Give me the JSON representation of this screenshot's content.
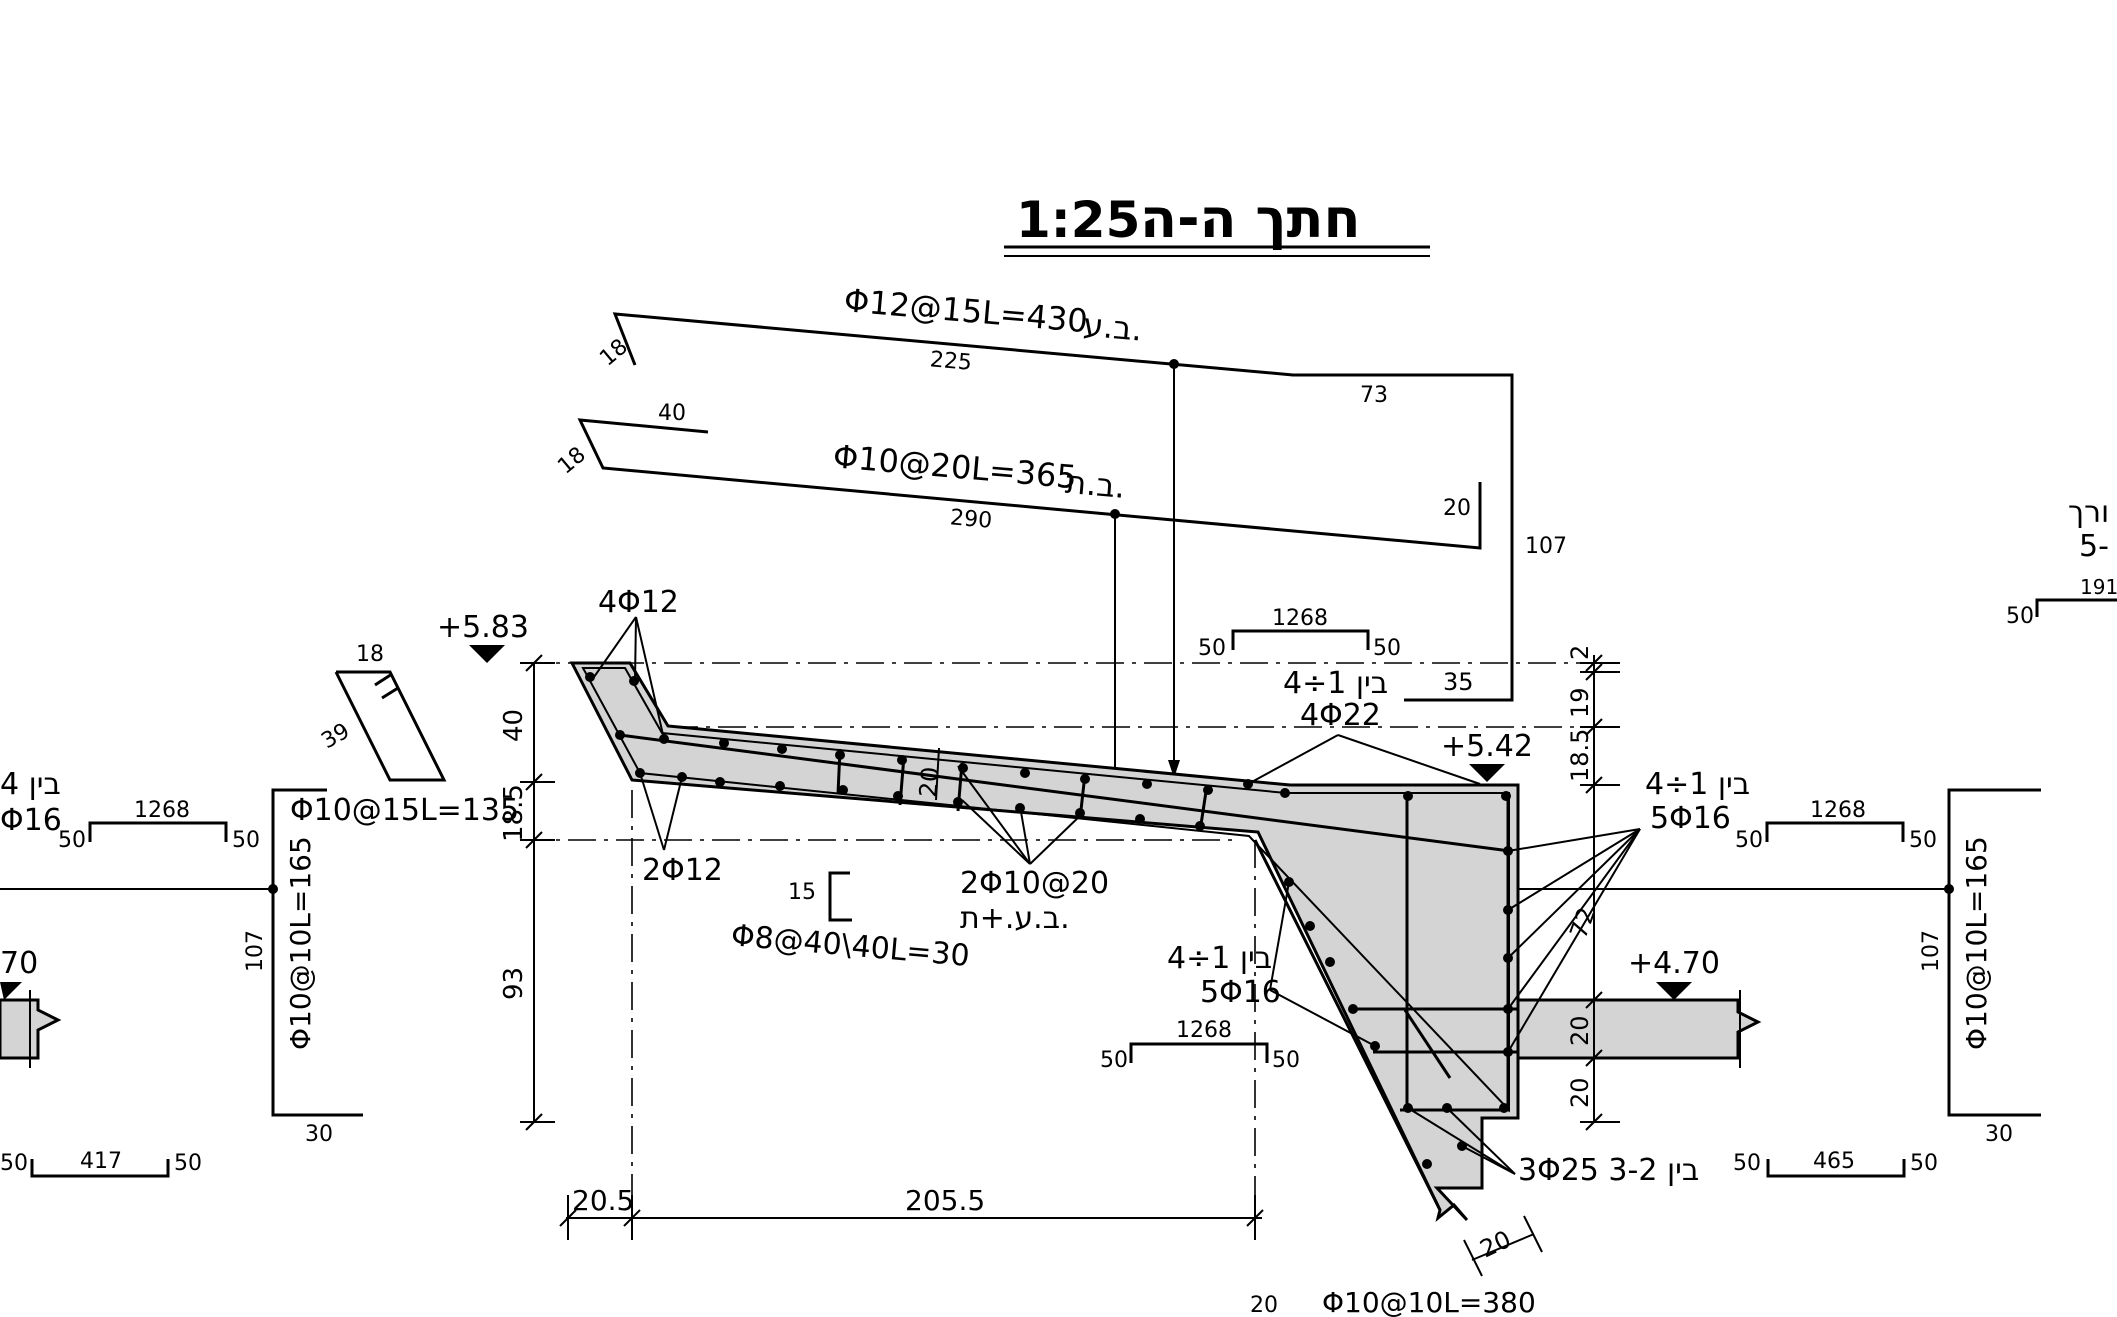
{
  "title": {
    "scale": "1:25",
    "hebrew": "חתך ה-ה"
  },
  "bars": {
    "top_bar": {
      "spec": "Φ12@15L=430",
      "note": "ב.ע.",
      "seg_a": "18",
      "seg_b": "225",
      "seg_c": "73",
      "seg_d": "107",
      "seg_e": "35"
    },
    "bottom_bar": {
      "spec": "Φ10@20L=365",
      "note": "ב.ת.",
      "seg_a": "40",
      "seg_b": "18",
      "seg_c": "290",
      "seg_d": "20"
    },
    "small_bar": {
      "seg_a": "18",
      "seg_b": "39",
      "spec": "Φ10@15L=135"
    },
    "stirrup": {
      "seg": "15",
      "spec": "Φ8@40\\40L=30"
    },
    "left_u": {
      "spec": "Φ10@10L=165",
      "seg_a": "107",
      "seg_b": "30"
    },
    "right_u": {
      "spec": "Φ10@10L=165",
      "seg_a": "107",
      "seg_b": "30"
    },
    "bottom_label": {
      "seg": "20",
      "spec": "Φ10@10L=380"
    }
  },
  "levels": {
    "left_top": "+5.83",
    "right_mid": "+5.42",
    "right_low": "+4.70",
    "left_low": "70"
  },
  "callouts": {
    "top_left": "4Φ12",
    "bottom_left": "2Φ12",
    "mid_stirrup_a": "2Φ10@20",
    "mid_stirrup_b": "ב.ע.+ת.",
    "top_right_a": "בין 1÷4",
    "top_right_b": "4Φ22",
    "right_a": "בין 1÷4",
    "right_b": "5Φ16",
    "mid_low_a": "בין 1÷4",
    "mid_low_b": "5Φ16",
    "bottom_right": "3Φ25 3-2 בין",
    "left_edge_a": "בין 4",
    "left_edge_b": "Φ16",
    "far_right_a": "ורך",
    "far_right_b": "5-",
    "far_right_c": "191",
    "far_right_d": "50"
  },
  "bar_schedules": {
    "top_center": {
      "left": "50",
      "mid": "1268",
      "right": "50"
    },
    "left": {
      "left": "50",
      "mid": "1268",
      "right": "50"
    },
    "right": {
      "left": "50",
      "mid": "1268",
      "right": "50"
    },
    "mid_low": {
      "left": "50",
      "mid": "1268",
      "right": "50"
    },
    "bottom_left": {
      "left": "50",
      "mid": "417",
      "right": "50"
    },
    "bottom_right": {
      "left": "50",
      "mid": "465",
      "right": "50"
    }
  },
  "dimensions": {
    "v_40": "40",
    "v_18_5": "18.5",
    "v_93": "93",
    "h_20_5": "20.5",
    "h_205_5": "205.5",
    "slab_20": "20",
    "r_2": "2",
    "r_19": "19",
    "r_18_5": "18.5",
    "r_72": "72",
    "r_20a": "20",
    "r_20b": "20",
    "bot_20": "20",
    "low_20": "20"
  },
  "colors": {
    "line": "#000000",
    "fill": "#d4d4d4",
    "background": "#ffffff"
  }
}
